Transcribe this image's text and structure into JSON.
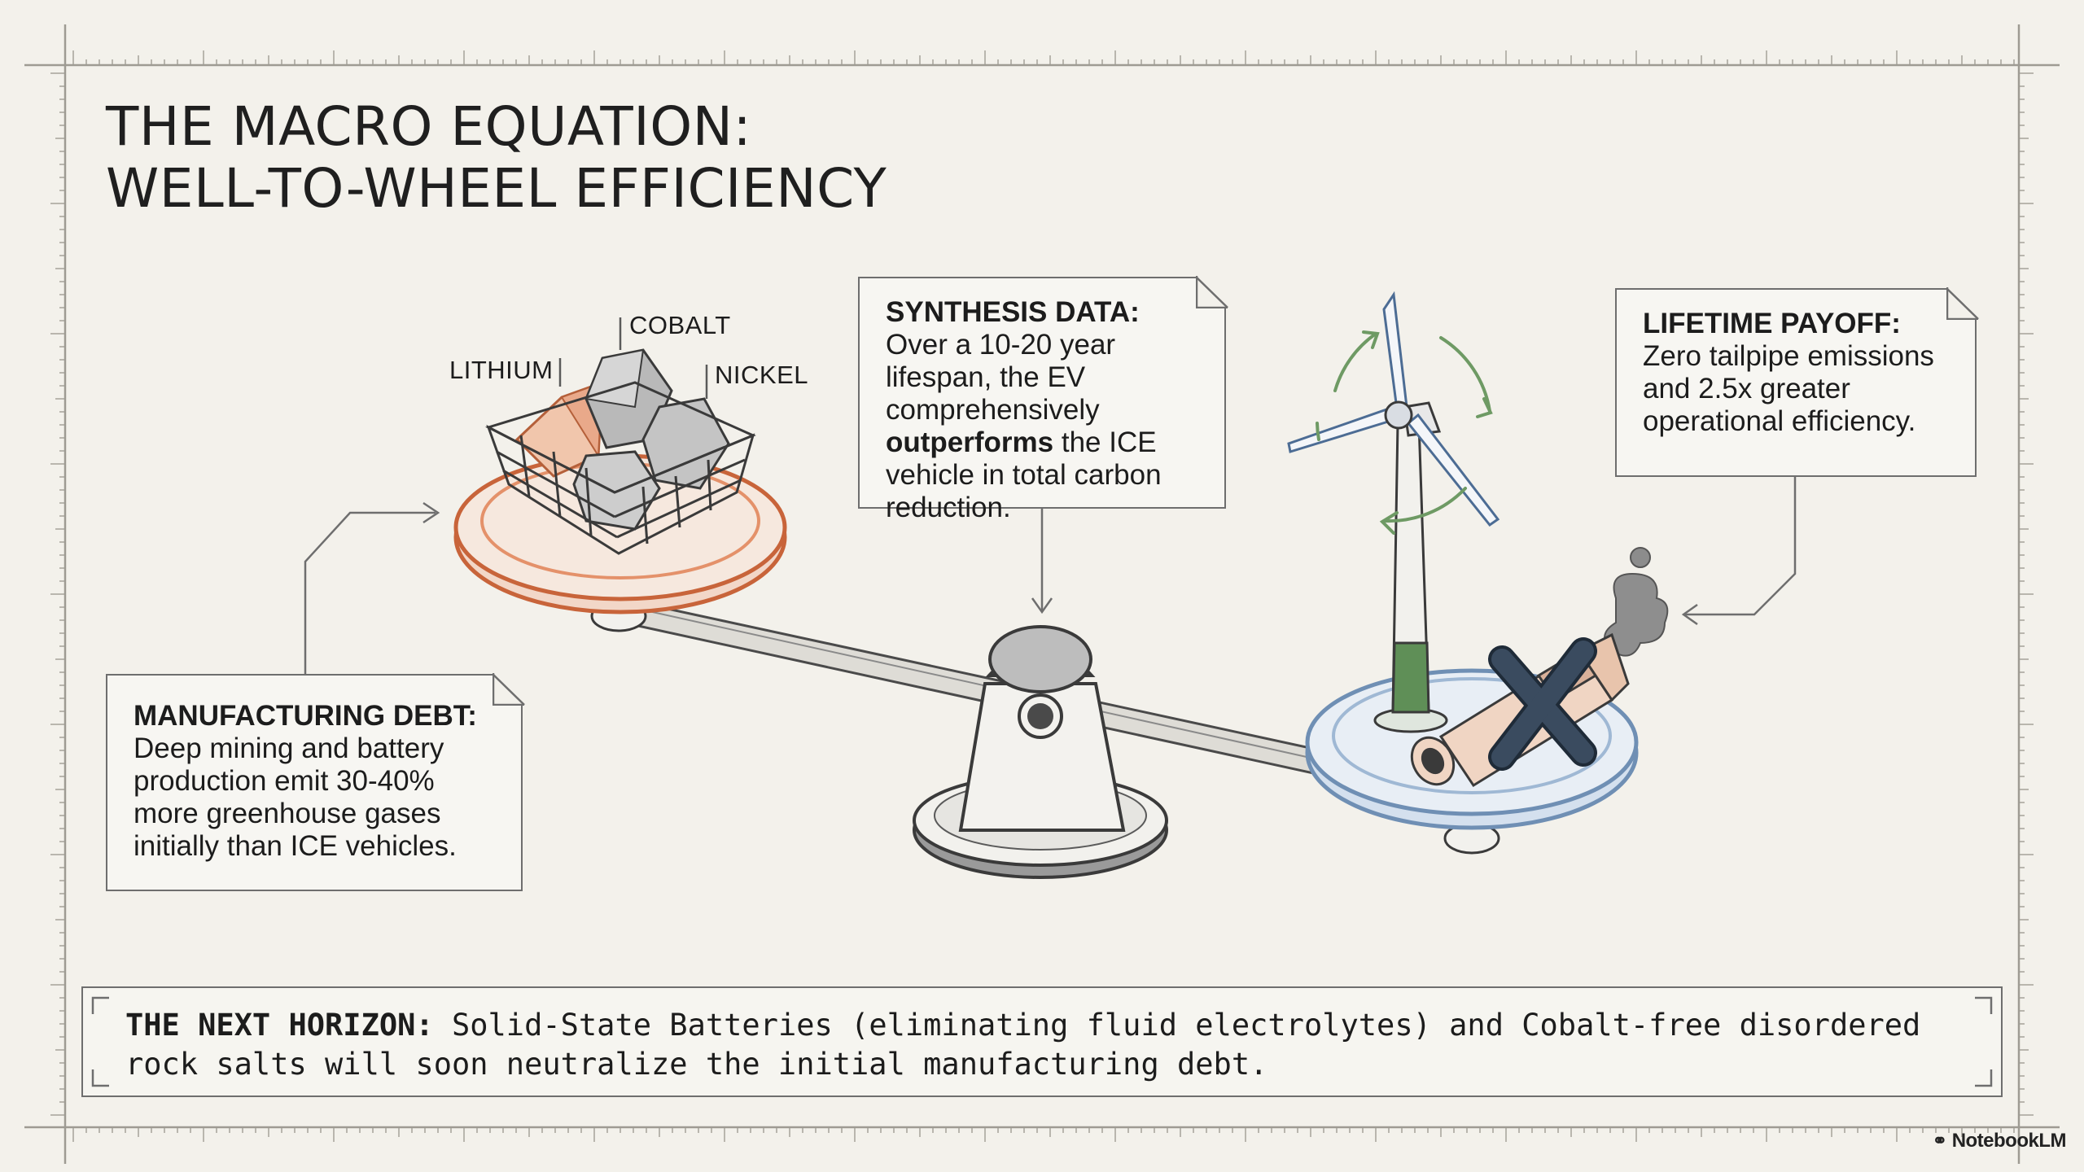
{
  "title": {
    "line1": "THE MACRO EQUATION:",
    "line2": "WELL-TO-WHEEL EFFICIENCY"
  },
  "materials": {
    "lithium": "LITHIUM",
    "cobalt": "COBALT",
    "nickel": "NICKEL"
  },
  "notes": {
    "synthesis": {
      "head": "SYNTHESIS DATA:",
      "text_before": "Over a 10-20 year lifespan, the EV comprehensively ",
      "emphasis": "outperforms",
      "text_after": " the ICE vehicle in total carbon reduction."
    },
    "lifetime": {
      "head": "LIFETIME PAYOFF:",
      "text": "Zero tailpipe emissions and 2.5x greater operational efficiency."
    },
    "manufacturing": {
      "head": "MANUFACTURING DEBT:",
      "text": "Deep mining and battery production emit 30-40% more greenhouse gases initially than ICE vehicles."
    }
  },
  "horizon": {
    "head": "THE NEXT HORIZON:",
    "text": " Solid-State Batteries (eliminating fluid electrolytes) and Cobalt-free disordered rock salts will soon neutralize the initial manufacturing debt."
  },
  "brand": "NotebookLM",
  "colors": {
    "background": "#f3f1eb",
    "left_pan": "#e4916a",
    "right_pan": "#9fb8d4",
    "turbine_base": "#5f8f57",
    "cross": "#2f3d50",
    "ink": "#1c1c1c"
  },
  "icons": [
    "wind-turbine-icon",
    "mineral-basket-icon",
    "exhaust-pipe-icon",
    "cross-out-icon",
    "recycle-arrows-icon"
  ]
}
